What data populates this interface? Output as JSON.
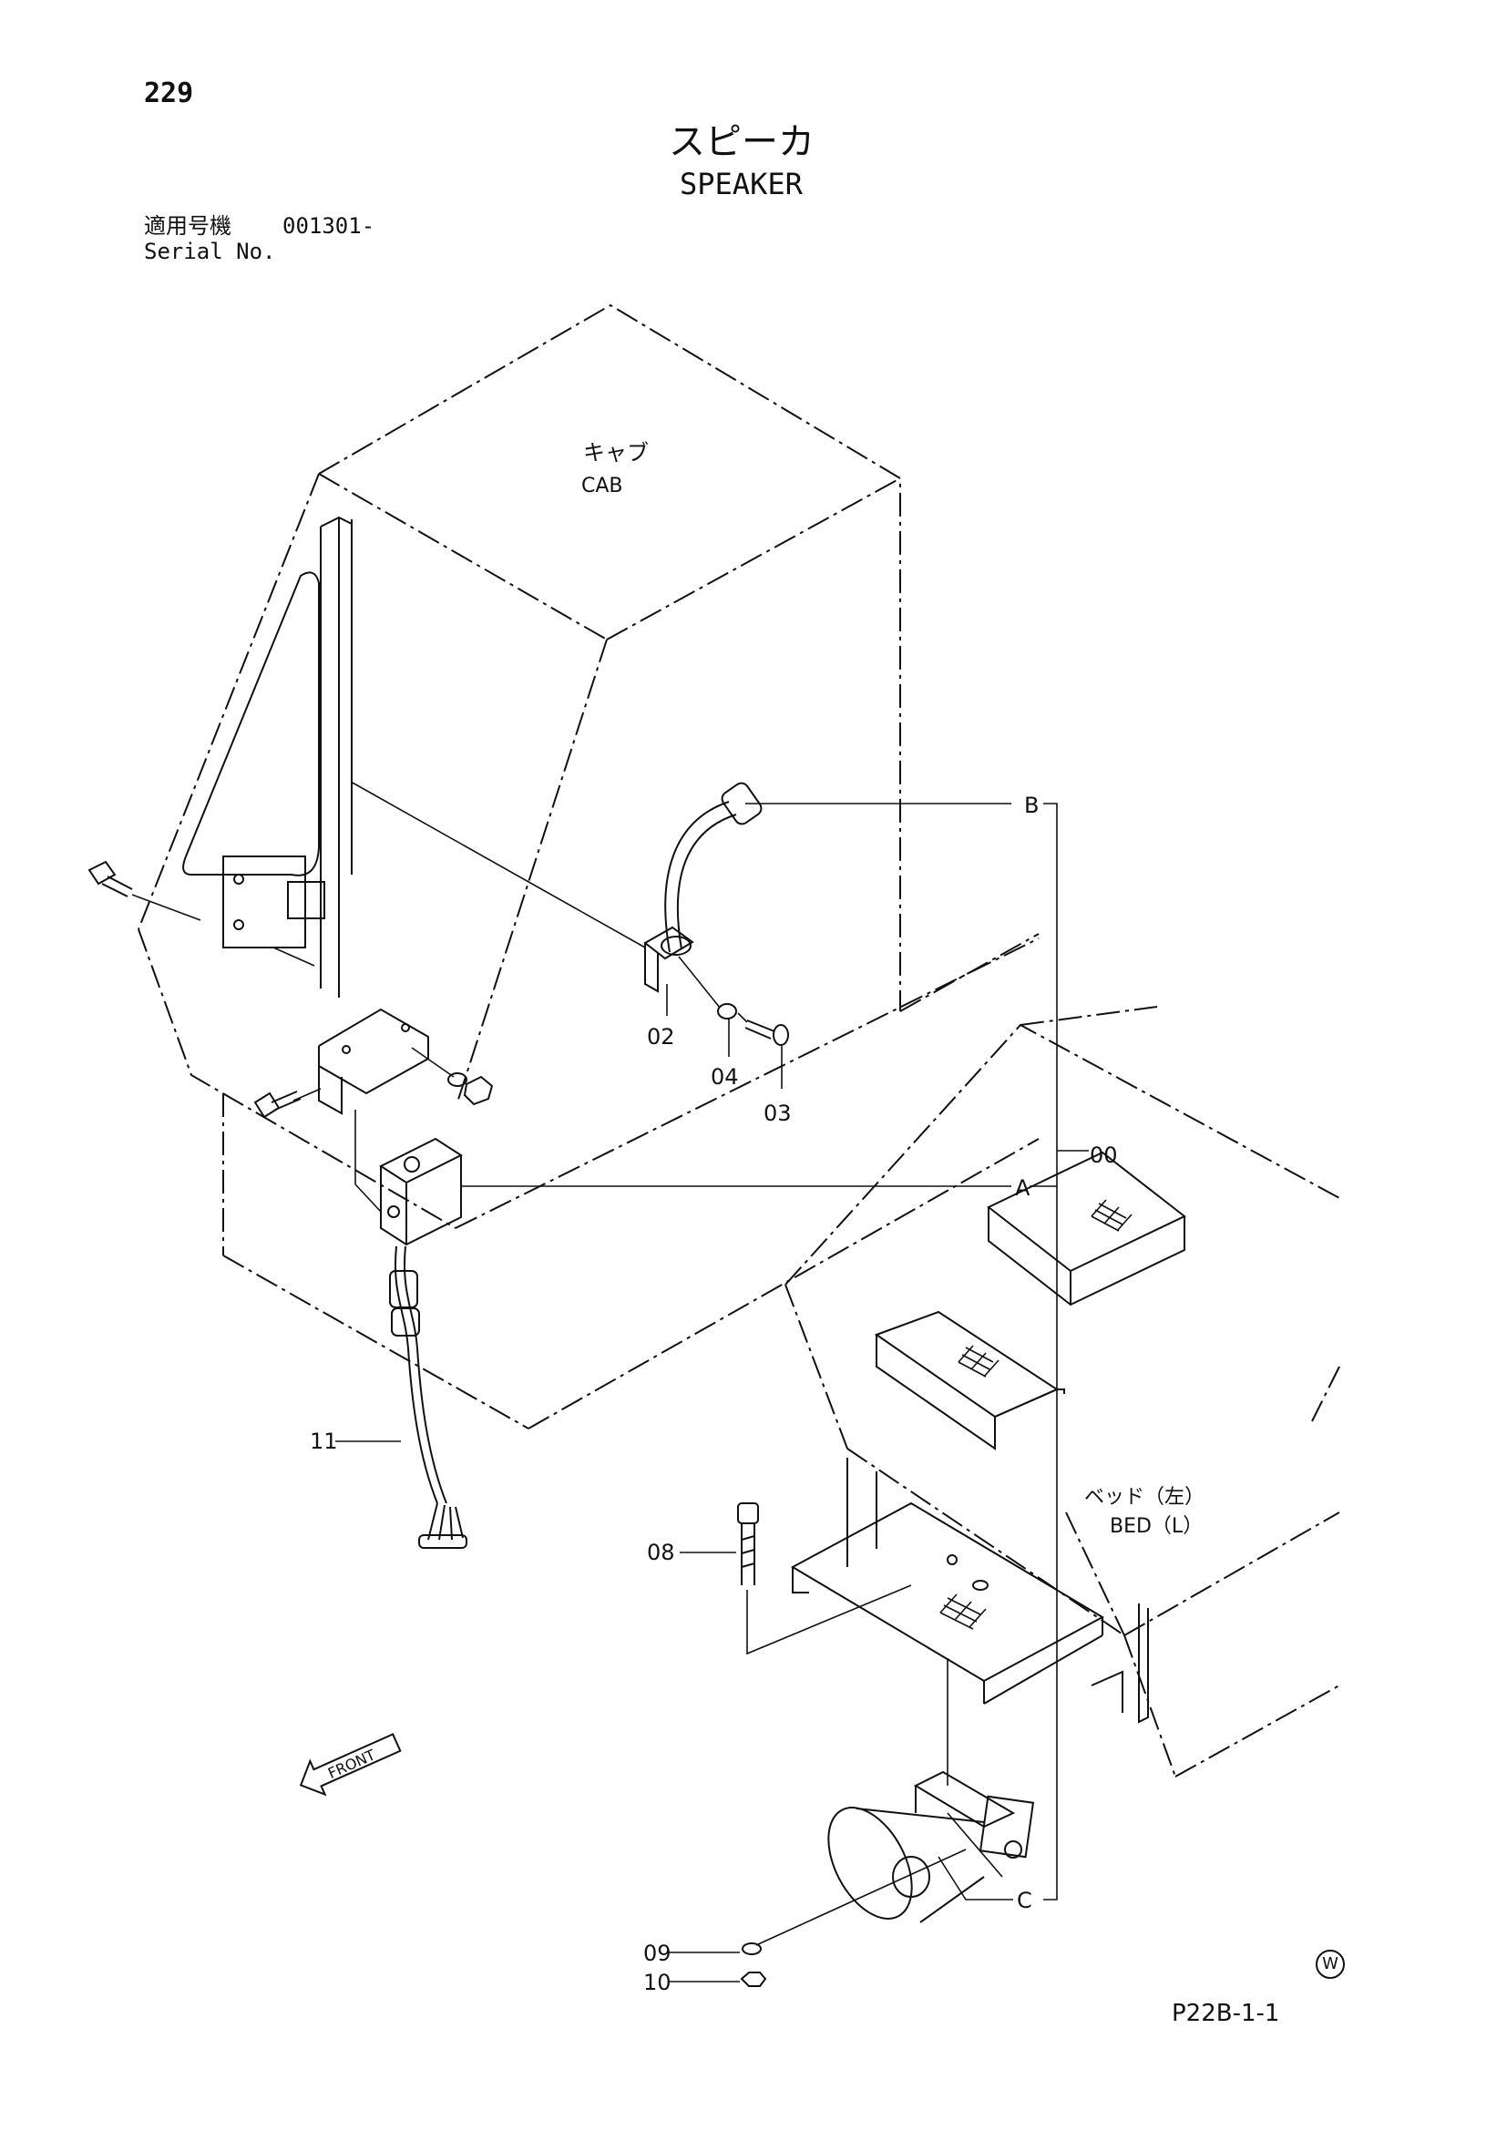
{
  "header": {
    "page_number": "229",
    "title_jp": "スピーカ",
    "title_en": "SPEAKER"
  },
  "serial": {
    "label_jp": "適用号機",
    "value": "001301-",
    "label_en": "Serial No."
  },
  "labels": {
    "cab_jp": "キャブ",
    "cab_en": "CAB",
    "bed_jp": "ベッド（左）",
    "bed_en": "BED（L）",
    "front": "FRONT"
  },
  "parts": {
    "p00": "00",
    "p02": "02",
    "p03": "03",
    "p04": "04",
    "p08": "08",
    "p09": "09",
    "p10": "10",
    "p11": "11"
  },
  "refs": {
    "a": "A",
    "b": "B",
    "c": "C"
  },
  "footer": {
    "page_code": "P22B-1-1",
    "mark": "W"
  }
}
